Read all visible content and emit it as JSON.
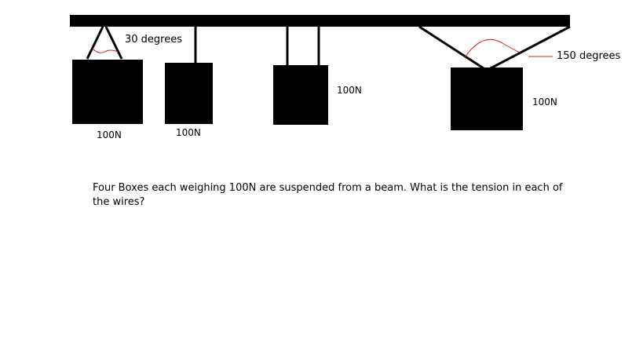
{
  "diagram": {
    "labels": {
      "angle_left": "30 degrees",
      "angle_right": "150 degrees",
      "box1_weight": "100N",
      "box2_weight": "100N",
      "box3_weight": "100N",
      "box4_weight": "100N"
    },
    "colors": {
      "beam": "#000000",
      "box": "#000000",
      "wire": "#000000",
      "angle_arc": "#d62020"
    }
  },
  "question": {
    "text": "Four Boxes each weighing 100N are suspended from a beam. What is the tension in each of the wires?"
  }
}
